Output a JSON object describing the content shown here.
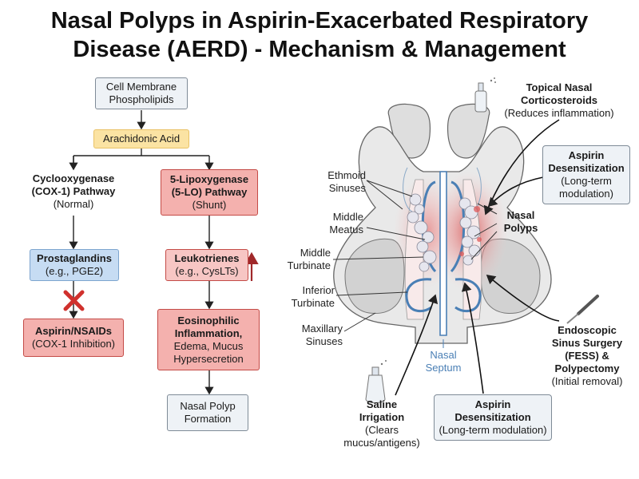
{
  "title": {
    "line1": "Nasal Polyps in Aspirin-Exacerbated Respiratory",
    "line2": "Disease (AERD) - Mechanism & Management"
  },
  "flow": {
    "membrane": [
      "Cell Membrane",
      "Phospholipids"
    ],
    "arachidonic": "Arachidonic Acid",
    "cox": {
      "title1": "Cyclooxygenase",
      "title2": "(COX-1) Pathway",
      "sub": "(Normal)"
    },
    "lox": {
      "title1": "5-Lipoxygenase",
      "title2": "(5-LO) Pathway",
      "sub": "(Shunt)"
    },
    "prostaglandins": {
      "title": "Prostaglandins",
      "sub": "(e.g., PGE2)"
    },
    "leukotrienes": {
      "title": "Leukotrienes",
      "sub": "(e.g., CysLTs)"
    },
    "aspirin_nsaids": {
      "title": "Aspirin/NSAIDs",
      "sub": "(COX-1 Inhibition)"
    },
    "eosinophilic": {
      "title1": "Eosinophilic",
      "title2": "Inflammation,",
      "sub1": "Edema, Mucus",
      "sub2": "Hypersecretion"
    },
    "nasal_polyp_formation": [
      "Nasal Polyp",
      "Formation"
    ]
  },
  "anatomy": {
    "ethmoid": [
      "Ethmoid",
      "Sinuses"
    ],
    "middle_meatus": [
      "Middle",
      "Meatus"
    ],
    "middle_turbinate": [
      "Middle",
      "Turbinate"
    ],
    "inferior_turbinate": [
      "Inferior",
      "Turbinate"
    ],
    "maxillary": [
      "Maxillary",
      "Sinuses"
    ],
    "septum": [
      "Nasal",
      "Septum"
    ],
    "polyps": [
      "Nasal",
      "Polyps"
    ]
  },
  "treatments": {
    "topical": {
      "title1": "Topical Nasal",
      "title2": "Corticosteroids",
      "sub": "(Reduces inflammation)"
    },
    "desens_top": {
      "title1": "Aspirin",
      "title2": "Desensitization",
      "sub1": "(Long-term",
      "sub2": "modulation)"
    },
    "endoscopic": {
      "title1": "Endoscopic",
      "title2": "Sinus Surgery",
      "title3": "(FESS) &",
      "title4": "Polypectomy",
      "sub": "(Initial removal)"
    },
    "saline": {
      "title1": "Saline",
      "title2": "Irrigation",
      "sub1": "(Clears",
      "sub2": "mucus/antigens)"
    },
    "desens_bottom": {
      "title1": "Aspirin",
      "title2": "Desensitization",
      "sub": "(Long-term modulation)"
    }
  },
  "colors": {
    "red": "#c0392b",
    "blue_septum": "#4a7fb5",
    "gray_bone": "#d9d9d9"
  }
}
